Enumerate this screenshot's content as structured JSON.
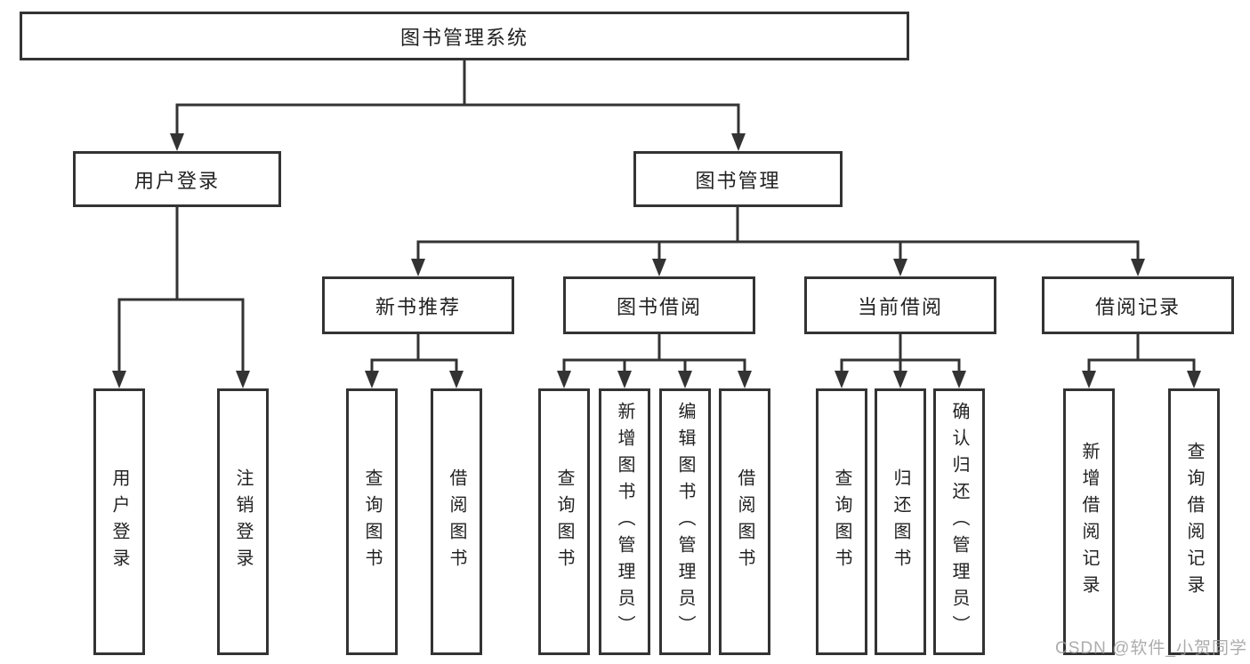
{
  "tree": {
    "label": "图书管理系统",
    "children": [
      {
        "label": "用户登录",
        "children": [
          {
            "label": "用户登录"
          },
          {
            "label": "注销登录"
          }
        ]
      },
      {
        "label": "图书管理",
        "children": [
          {
            "label": "新书推荐",
            "children": [
              {
                "label": "查询图书"
              },
              {
                "label": "借阅图书"
              }
            ]
          },
          {
            "label": "图书借阅",
            "children": [
              {
                "label": "查询图书"
              },
              {
                "label": "新增图书（管理员）"
              },
              {
                "label": "编辑图书（管理员）"
              },
              {
                "label": "借阅图书"
              }
            ]
          },
          {
            "label": "当前借阅",
            "children": [
              {
                "label": "查询图书"
              },
              {
                "label": "归还图书"
              },
              {
                "label": "确认归还（管理员）"
              }
            ]
          },
          {
            "label": "借阅记录",
            "children": [
              {
                "label": "新增借阅记录"
              },
              {
                "label": "查询借阅记录"
              }
            ]
          }
        ]
      }
    ]
  },
  "watermark": {
    "text": "CSDN @软件_小贺同学"
  },
  "colors": {
    "line": "#333333",
    "box_border": "#333333",
    "text": "#222222",
    "background": "#ffffff",
    "watermark": "#9e9e9e"
  }
}
